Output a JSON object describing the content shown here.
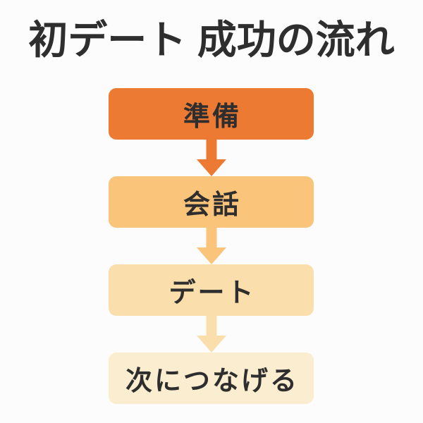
{
  "page": {
    "background": "#FCFCFC",
    "text_color": "#2E2E2E"
  },
  "title": {
    "text": "初デート 成功の流れ",
    "color": "#2E2E2E"
  },
  "flow": {
    "steps": [
      {
        "label": "準備",
        "fill": "#ED7A33",
        "text_color": "#2E2E2E"
      },
      {
        "label": "会話",
        "fill": "#FAC47B",
        "text_color": "#2E2E2E"
      },
      {
        "label": "デート",
        "fill": "#FADFAD",
        "text_color": "#2E2E2E"
      },
      {
        "label": "次につなげる",
        "fill": "#FBEDCF",
        "text_color": "#2E2E2E"
      }
    ],
    "arrows": [
      {
        "name": "down-arrow",
        "color": "#ED7A33"
      },
      {
        "name": "down-arrow",
        "color": "#FAC47B"
      },
      {
        "name": "down-arrow",
        "color": "#FADFAD"
      }
    ]
  }
}
